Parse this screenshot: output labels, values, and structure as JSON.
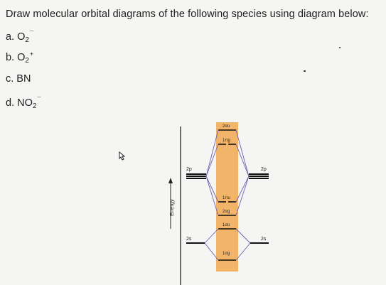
{
  "question": {
    "prompt": "Draw molecular orbital diagrams of the following species using diagram below:",
    "items": [
      {
        "letter": "a. O",
        "sub": "2",
        "sup": "¯"
      },
      {
        "letter": "b. O",
        "sub": "2",
        "sup": "+"
      },
      {
        "letter": "c. BN",
        "sub": "",
        "sup": ""
      },
      {
        "letter": "d. NO",
        "sub": "2",
        "sup": "¯"
      }
    ]
  },
  "diagram": {
    "axis_label": "Energy",
    "left_orbitals": [
      "2p",
      "2s"
    ],
    "right_orbitals": [
      "2p",
      "2s"
    ],
    "molecular_orbitals": [
      "2σu",
      "1πg",
      "1πu",
      "2σg",
      "1σu",
      "1σg"
    ],
    "highlight_color": "#f2b468"
  }
}
